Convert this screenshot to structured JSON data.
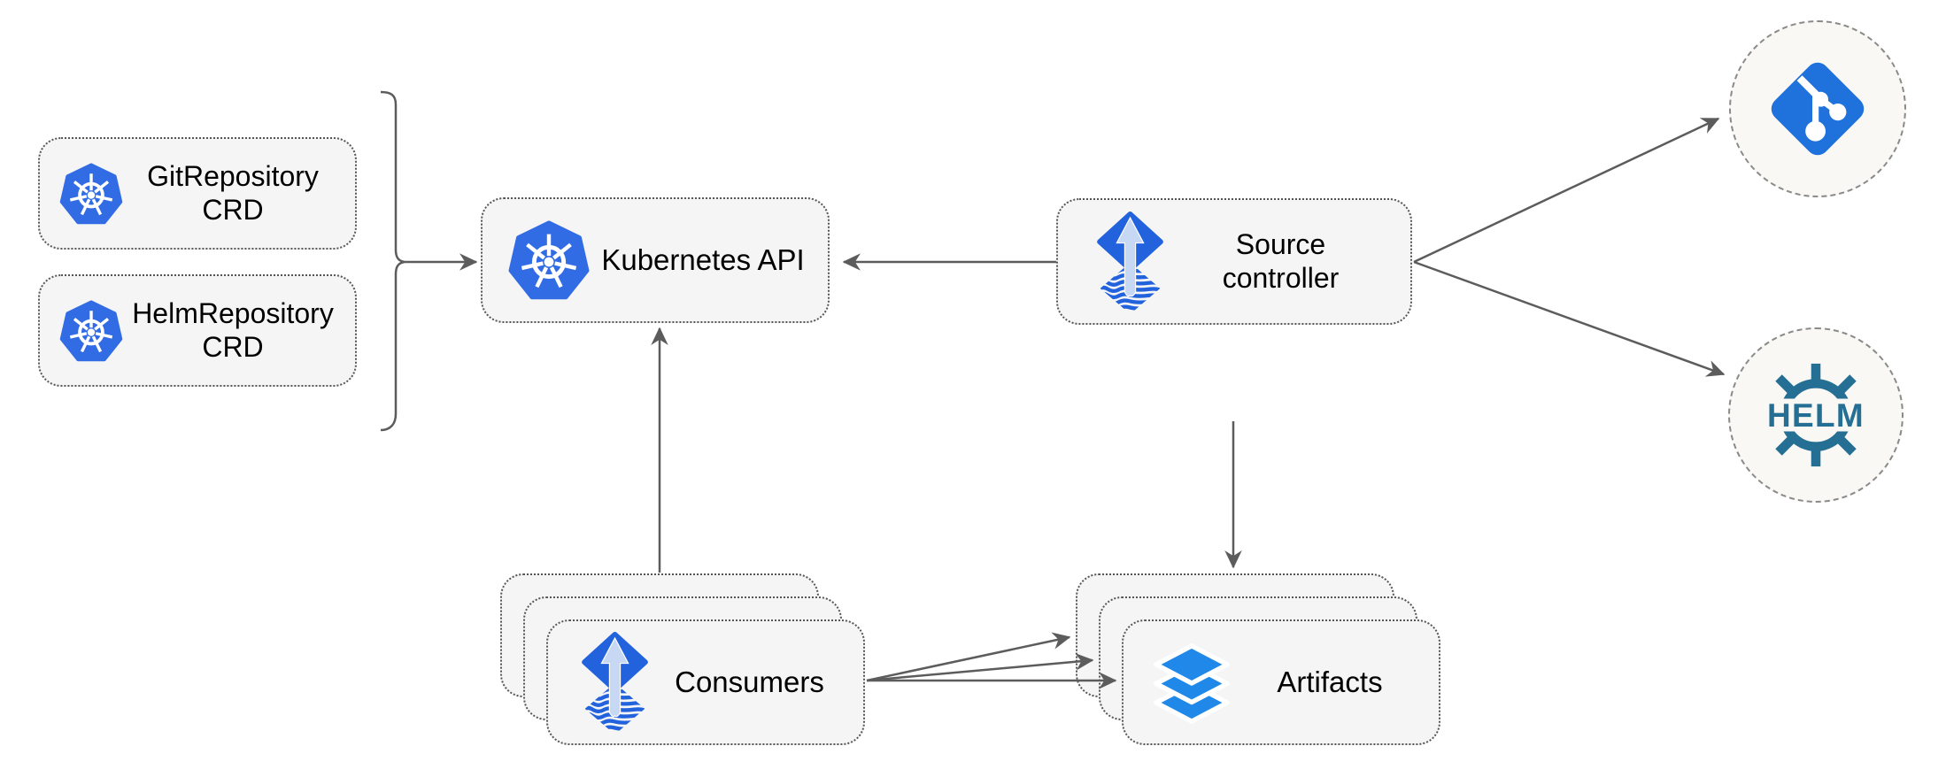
{
  "nodes": {
    "git_repo_crd": {
      "line1": "GitRepository",
      "line2": "CRD",
      "icon": "kubernetes-icon"
    },
    "helm_repo_crd": {
      "line1": "HelmRepository",
      "line2": "CRD",
      "icon": "kubernetes-icon"
    },
    "kubernetes_api": {
      "label": "Kubernetes API",
      "icon": "kubernetes-icon"
    },
    "source_controller": {
      "line1": "Source",
      "line2": "controller",
      "icon": "flux-icon"
    },
    "consumers": {
      "label": "Consumers",
      "icon": "flux-icon",
      "stack_count": 3
    },
    "artifacts": {
      "label": "Artifacts",
      "icon": "layers-icon",
      "stack_count": 3
    },
    "git_remote": {
      "icon": "git-icon"
    },
    "helm_remote": {
      "icon": "helm-icon",
      "label": "HELM"
    }
  },
  "edges": [
    {
      "from": "git_repo_crd & helm_repo_crd",
      "to": "kubernetes_api",
      "via": "curly-brace",
      "arrow": true
    },
    {
      "from": "source_controller",
      "to": "kubernetes_api",
      "arrow": true
    },
    {
      "from": "consumers",
      "to": "kubernetes_api",
      "arrow": true
    },
    {
      "from": "source_controller",
      "to": "artifacts",
      "arrow": true
    },
    {
      "from": "source_controller",
      "to": "git_remote",
      "arrow": true
    },
    {
      "from": "source_controller",
      "to": "helm_remote",
      "arrow": true
    },
    {
      "from": "consumers",
      "to": "artifacts",
      "arrow": true,
      "count": 3
    }
  ],
  "colors": {
    "kubernetes_blue": "#326ce5",
    "flux_blue": "#2263dd",
    "flux_arrow_light": "#c7d8f4",
    "git_blue": "#1f72dc",
    "layers_blue": "#2088e8",
    "helm_teal": "#266f94",
    "node_fill": "#f5f5f5",
    "node_border": "#565656",
    "edge_gray": "#5c5c5c",
    "circle_fill": "#f9f8f4",
    "circle_border": "#8a8a8a",
    "label_text": "#000000"
  }
}
